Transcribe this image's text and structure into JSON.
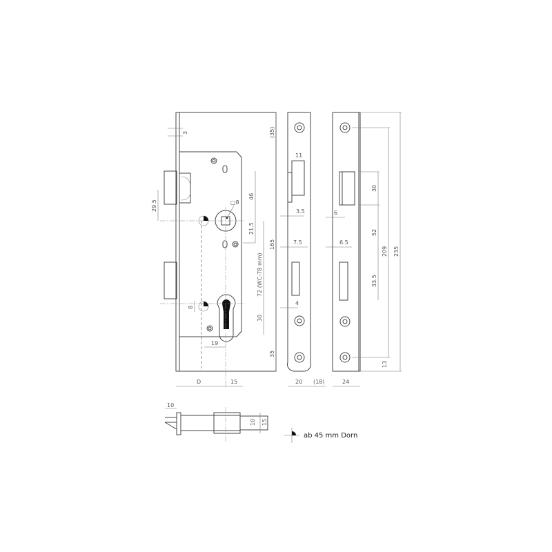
{
  "drawing": {
    "front_view": {
      "dims": {
        "faceplate_thickness": "3",
        "top_offset": "(35)",
        "latch_to_top": "46",
        "spindle_square": "□8",
        "latch_height": "29.5",
        "spindle_to_hole": "21.5",
        "distance": "72 (WC-78 mm)",
        "height": "165",
        "cylinder_offset": "8",
        "cylinder_to_bottom": "30",
        "screw_spacing": "19",
        "bottom_offset": "35",
        "backset": "D",
        "front_width": "15"
      }
    },
    "side_view": {
      "dims": {
        "latch_width": "11",
        "latch_inset": "3.5",
        "bolt_width": "7.5",
        "bolt_inset": "4",
        "plate_width": "20",
        "plate_extra": "(18)"
      }
    },
    "strike_plate": {
      "dims": {
        "latch_opening": "30",
        "inset_top": "6",
        "spacing": "52",
        "inset_bolt": "6.5",
        "bolt_opening": "33.5",
        "hole_spacing": "209",
        "total_length": "235",
        "bottom_hole": "13",
        "width": "24"
      }
    },
    "bottom_view": {
      "dims": {
        "latch_depth": "10",
        "inner_height": "10",
        "outer_height": "15"
      }
    },
    "legend": {
      "text": "ab 45 mm Dorn",
      "symbol": "quadrant-marker-icon"
    }
  }
}
